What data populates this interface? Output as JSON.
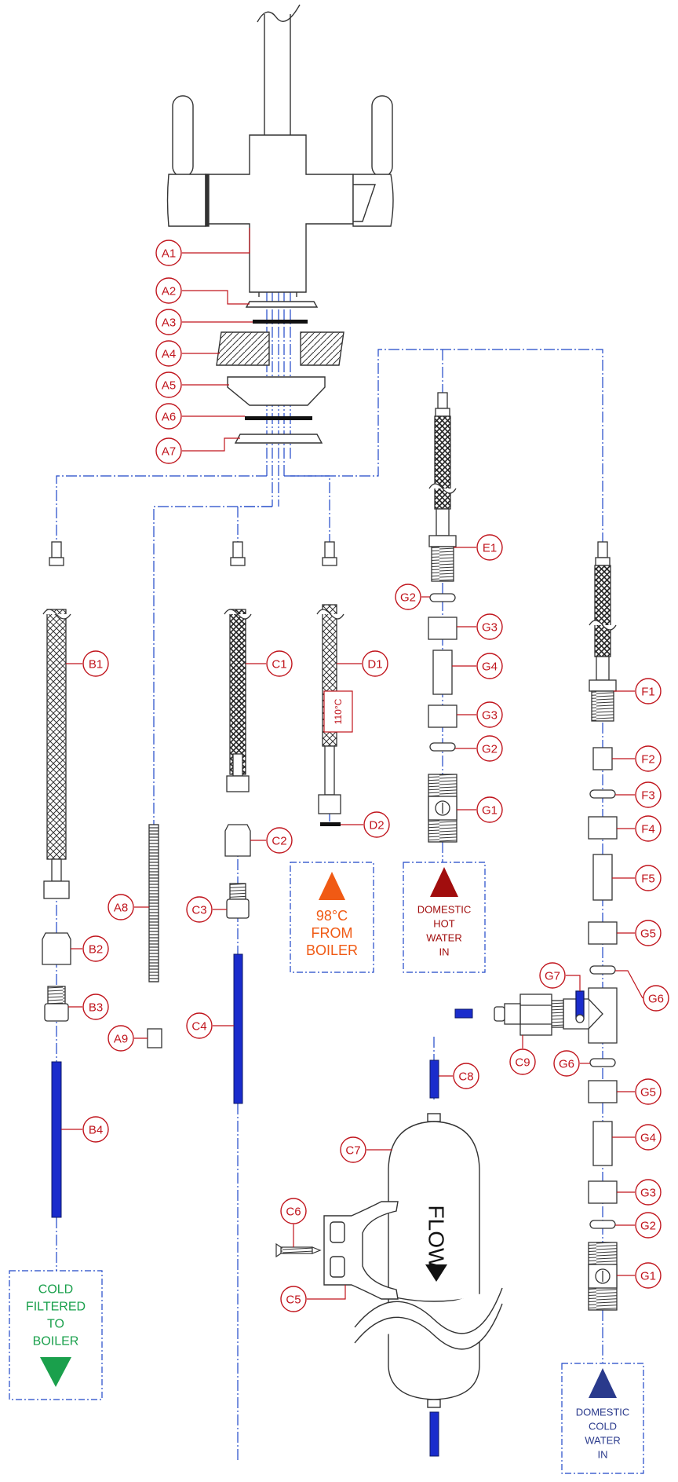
{
  "colors": {
    "line": "#333333",
    "label": "#c0141c",
    "pipe_dash": "#1f46c8",
    "tube": "#1a2ccc",
    "boiler": "#f05a14",
    "hot": "#a10d0d",
    "cold_filtered": "#1aa04c",
    "domestic_cold": "#2a3a8c"
  },
  "labels": {
    "A1": "A1",
    "A2": "A2",
    "A3": "A3",
    "A4": "A4",
    "A5": "A5",
    "A6": "A6",
    "A7": "A7",
    "A8": "A8",
    "A9": "A9",
    "B1": "B1",
    "B2": "B2",
    "B3": "B3",
    "B4": "B4",
    "C1": "C1",
    "C2": "C2",
    "C3": "C3",
    "C4": "C4",
    "C5": "C5",
    "C6": "C6",
    "C7": "C7",
    "C8": "C8",
    "C9": "C9",
    "D1": "D1",
    "D2": "D2",
    "E1": "E1",
    "F1": "F1",
    "F2": "F2",
    "F3": "F3",
    "F4": "F4",
    "F5": "F5",
    "G1": "G1",
    "G2": "G2",
    "G3": "G3",
    "G4": "G4",
    "G5": "G5",
    "G6": "G6",
    "G7": "G7"
  },
  "hose_rating": "110°C",
  "filter_text": "FLOW",
  "boxes": {
    "boiler": [
      "98°C",
      "FROM",
      "BOILER"
    ],
    "domestic_hot": [
      "DOMESTIC",
      "HOT",
      "WATER",
      "IN"
    ],
    "cold_filtered": [
      "COLD",
      "FILTERED",
      "TO",
      "BOILER"
    ],
    "domestic_cold": [
      "DOMESTIC",
      "COLD",
      "WATER",
      "IN"
    ]
  }
}
